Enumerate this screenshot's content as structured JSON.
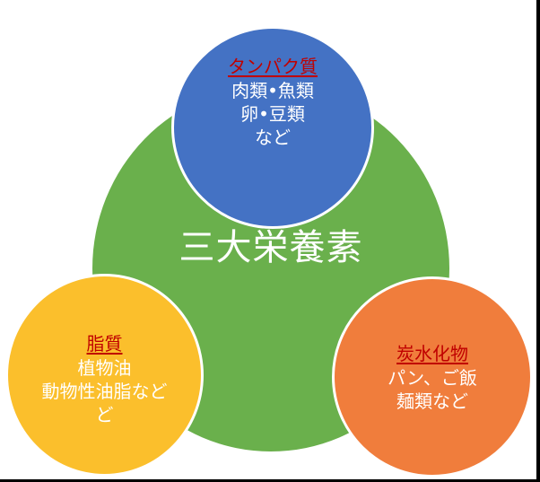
{
  "colors": {
    "main": "#6ab04c",
    "protein": "#4472c4",
    "fat": "#fbbf2c",
    "carb": "#f07d3c",
    "heading": "#c00000",
    "text": "#ffffff"
  },
  "diagram": {
    "center": {
      "label": "三大栄養素"
    },
    "nodes": [
      {
        "heading": "タンパク質",
        "lines": [
          "肉類•魚類",
          "卵•豆類",
          "など"
        ]
      },
      {
        "heading": "脂質",
        "lines": [
          "植物油",
          "動物性油脂など",
          "ど"
        ]
      },
      {
        "heading": "炭水化物",
        "lines": [
          "パン、ご飯",
          "麺類など"
        ]
      }
    ]
  }
}
